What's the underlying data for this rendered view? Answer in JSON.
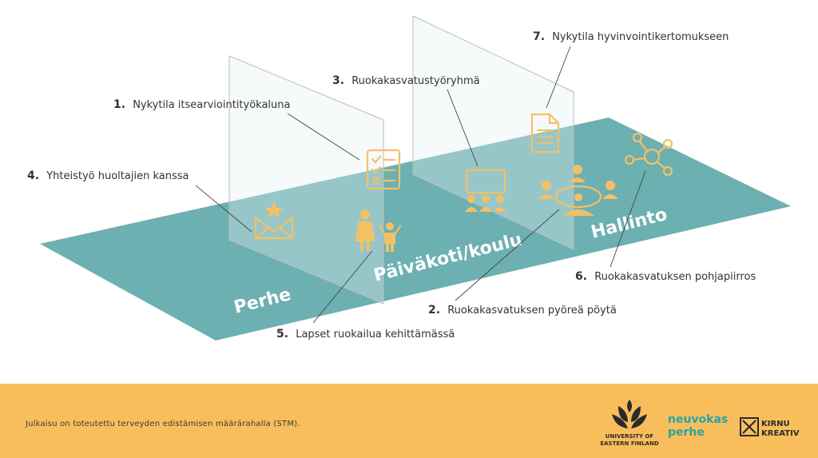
{
  "zones": {
    "perhe": "Perhe",
    "paivakoti": "Päiväkoti/koulu",
    "hallinto": "Hallinto"
  },
  "callouts": [
    {
      "num": "1.",
      "text": "Nykytila itsearviointityökaluna"
    },
    {
      "num": "2.",
      "text": "Ruokakasvatuksen pyöreä pöytä"
    },
    {
      "num": "3.",
      "text": "Ruokakasvatustyöryhmä"
    },
    {
      "num": "4.",
      "text": "Yhteistyö huoltajien kanssa"
    },
    {
      "num": "5.",
      "text": "Lapset ruokailua kehittämässä"
    },
    {
      "num": "6.",
      "text": "Ruokakasvatuksen pohjapiirros"
    },
    {
      "num": "7.",
      "text": "Nykytila hyvinvointikertomukseen"
    }
  ],
  "footer": {
    "text": "Julkaisu on toteutettu terveyden edistämisen määrärahalla (STM).",
    "uef_line1": "UNIVERSITY OF",
    "uef_line2": "EASTERN FINLAND",
    "neuvokas_line1": "neuvokas",
    "neuvokas_line2": "perhe",
    "kirnu_line1": "KIRNU",
    "kirnu_line2": "KREATIV"
  },
  "colors": {
    "floor": "#6db0b2",
    "icon": "#f3c066",
    "footer": "#f9be5c",
    "text": "#333333"
  }
}
